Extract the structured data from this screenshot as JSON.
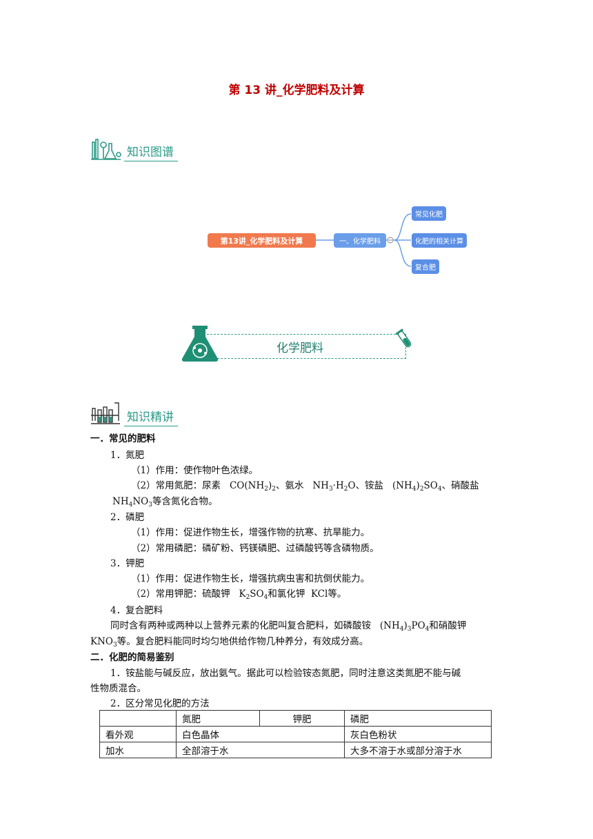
{
  "doc_title": "第 13 讲_化学肥料及计算",
  "section_map": "知识图谱",
  "mindmap": {
    "root": "第13讲_化学肥料及计算",
    "branch": "一、化学肥料",
    "children": [
      "常见化肥",
      "化肥的相关计算",
      "复合肥"
    ]
  },
  "banner": "化学肥料",
  "section_detail": "知识精讲",
  "body": {
    "h1": "一．常见的肥料",
    "n_title": "1．氮肥",
    "n_use": "（1）作用：使作物叶色浓绿。",
    "n_common_a": "（2）常用氮肥：尿素",
    "n_f1": "CO(NH",
    "n_f1b": ")",
    "n_f1s": "2",
    "n_f1s2": "2",
    "n_sep1": "、氨水",
    "n_f2": "NH",
    "n_f2s": "3",
    "n_f2b": "·H",
    "n_f2s2": "2",
    "n_f2c": "O",
    "n_sep2": "、铵盐",
    "n_f3": "(NH",
    "n_f3s": "4",
    "n_f3b": ")",
    "n_f3s2": "2",
    "n_f3c": "SO",
    "n_f3s3": "4",
    "n_sep3": "、硝酸盐",
    "n_f4": "NH",
    "n_f4s": "4",
    "n_f4b": "NO",
    "n_f4s2": "3",
    "n_tail": "等含氮化合物。",
    "p_title": "2．磷肥",
    "p_use": "（1）作用：促进作物生长，增强作物的抗寒、抗旱能力。",
    "p_common": "（2）常用磷肥：磷矿粉、钙镁磷肥、过磷酸钙等含磷物质。",
    "k_title": "3．钾肥",
    "k_use": "（1）作用：促进作物生长，增强抗病虫害和抗倒伏能力。",
    "k_common_a": "（2）常用钾肥：硫酸钾",
    "k_f1": "K",
    "k_f1s": "2",
    "k_f1b": "SO",
    "k_f1s2": "4",
    "k_mid": "和氯化钾",
    "k_f2": "KCl",
    "k_tail": "等。",
    "c_title": "4．复合肥料",
    "c_text1": "同时含有两种或两种以上营养元素的化肥叫复合肥料，如磷酸铵",
    "c_f1": "(NH",
    "c_f1s": "4",
    "c_f1b": ")",
    "c_f1s2": "3",
    "c_f1c": "PO",
    "c_f1s3": "4",
    "c_text1b": "和硝酸钾",
    "c_f2": "KNO",
    "c_f2s": "3",
    "c_text2": "等。复合肥料能同时均匀地供给作物几种养分，有效成分高。",
    "h2": "二．化肥的简易鉴别",
    "i1a": "1．铵盐能与碱反应，放出氨气。据此可以检验铵态氮肥，同时注意这类氮肥不能与碱",
    "i1b": "性物质混合。",
    "i2": "2．区分常见化肥的方法"
  },
  "table": {
    "headers": [
      "",
      "氮肥",
      "钾肥",
      "磷肥"
    ],
    "rows": [
      [
        "看外观",
        "白色晶体",
        "灰白色粉状"
      ],
      [
        "加水",
        "全部溶于水",
        "大多不溶于水或部分溶于水"
      ]
    ]
  },
  "colors": {
    "title": "#c00000",
    "teal": "#2a9a86",
    "root": "#f07a4e",
    "node": "#5b8fe6"
  }
}
